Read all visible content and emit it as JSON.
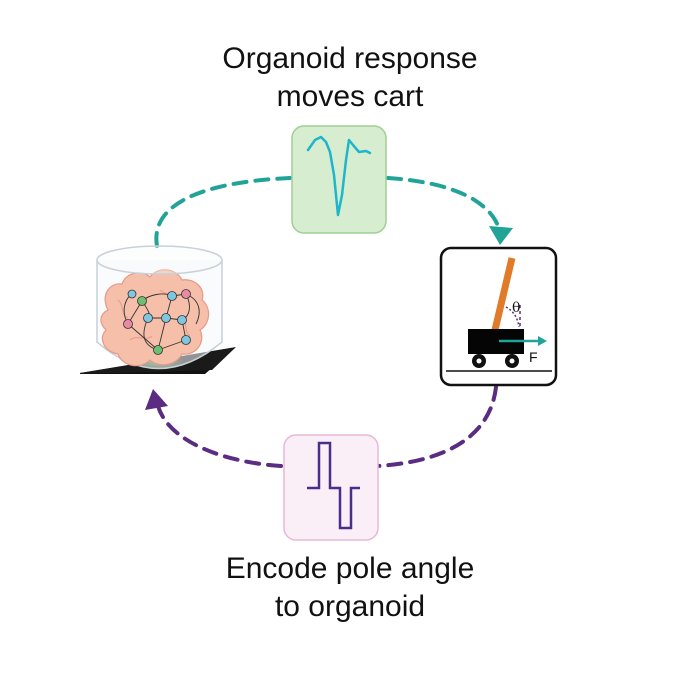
{
  "captions": {
    "top": [
      "Organoid response",
      "moves cart"
    ],
    "bottom": [
      "Encode pole angle",
      "to organoid"
    ]
  },
  "cartpole": {
    "angle_symbol": "θ",
    "force_symbol": "F"
  },
  "colors": {
    "teal": "#22A397",
    "purple": "#5A2C82",
    "response_box_fill": "#D6EDCF",
    "response_box_stroke": "#9ED094",
    "response_trace": "#1FB5CC",
    "stim_box_fill": "#FBEFF7",
    "stim_box_stroke": "#E8B8D8",
    "stim_trace": "#4B2E8A",
    "pole": "#E07B2A",
    "organoid": "#F6BFA9",
    "node_blue": "#7FC7E0",
    "node_green": "#6FBF73",
    "node_pink": "#E88AA6"
  }
}
